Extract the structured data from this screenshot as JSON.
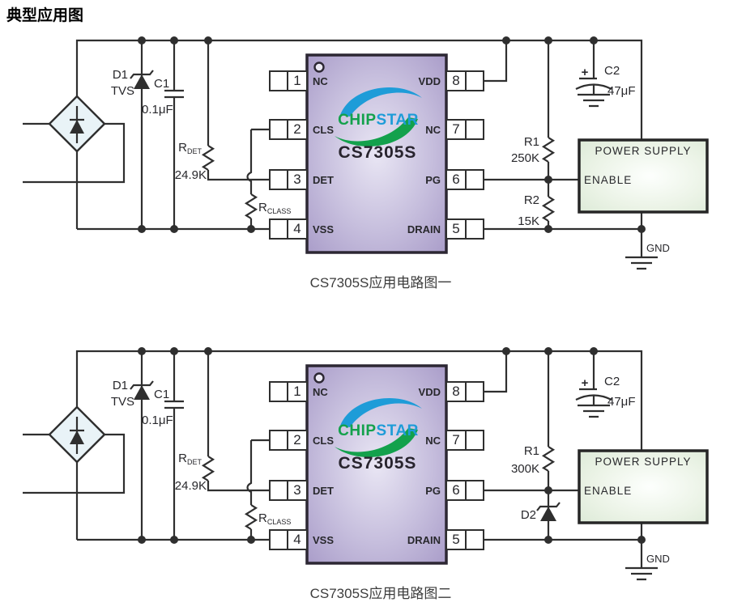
{
  "page": {
    "title": "典型应用图"
  },
  "colors": {
    "wire": "#2f2f2f",
    "chip_fill_edge": "#a89bc8",
    "chip_fill_center": "#e9e6f4",
    "chip_border": "#2c2733",
    "logo_green": "#13a14c",
    "logo_blue": "#1e9cd8",
    "bridge_fill": "#e9f3f7",
    "ps_fill_edge": "#dcead7",
    "ps_fill_center": "#fdfffd"
  },
  "chip": {
    "logo": {
      "part1": "CHIP",
      "part2": "STAR"
    },
    "part_number": "CS7305S",
    "pins_left": [
      {
        "num": "1",
        "name": "NC"
      },
      {
        "num": "2",
        "name": "CLS"
      },
      {
        "num": "3",
        "name": "DET"
      },
      {
        "num": "4",
        "name": "VSS"
      }
    ],
    "pins_right": [
      {
        "num": "8",
        "name": "VDD"
      },
      {
        "num": "7",
        "name": "NC"
      },
      {
        "num": "6",
        "name": "PG"
      },
      {
        "num": "5",
        "name": "DRAIN"
      }
    ]
  },
  "circuit1": {
    "caption": "CS7305S应用电路图一",
    "d1_ref": "D1",
    "d1_type": "TVS",
    "c1_ref": "C1",
    "c1_value": "0.1μF",
    "rdet_ref": "R",
    "rdet_sub": "DET",
    "rdet_value": "24.9K",
    "rclass_ref": "R",
    "rclass_sub": "CLASS",
    "r1_ref": "R1",
    "r1_value": "250K",
    "r2_ref": "R2",
    "r2_value": "15K",
    "c2_ref": "C2",
    "c2_value": "47μF",
    "c2_polarity": "+",
    "ps_title": "POWER SUPPLY",
    "ps_enable": "ENABLE",
    "gnd_label": "GND"
  },
  "circuit2": {
    "caption": "CS7305S应用电路图二",
    "d1_ref": "D1",
    "d1_type": "TVS",
    "c1_ref": "C1",
    "c1_value": "0.1μF",
    "rdet_ref": "R",
    "rdet_sub": "DET",
    "rdet_value": "24.9K",
    "rclass_ref": "R",
    "rclass_sub": "CLASS",
    "r1_ref": "R1",
    "r1_value": "300K",
    "d2_ref": "D2",
    "c2_ref": "C2",
    "c2_value": "47μF",
    "c2_polarity": "+",
    "ps_title": "POWER SUPPLY",
    "ps_enable": "ENABLE",
    "gnd_label": "GND"
  }
}
